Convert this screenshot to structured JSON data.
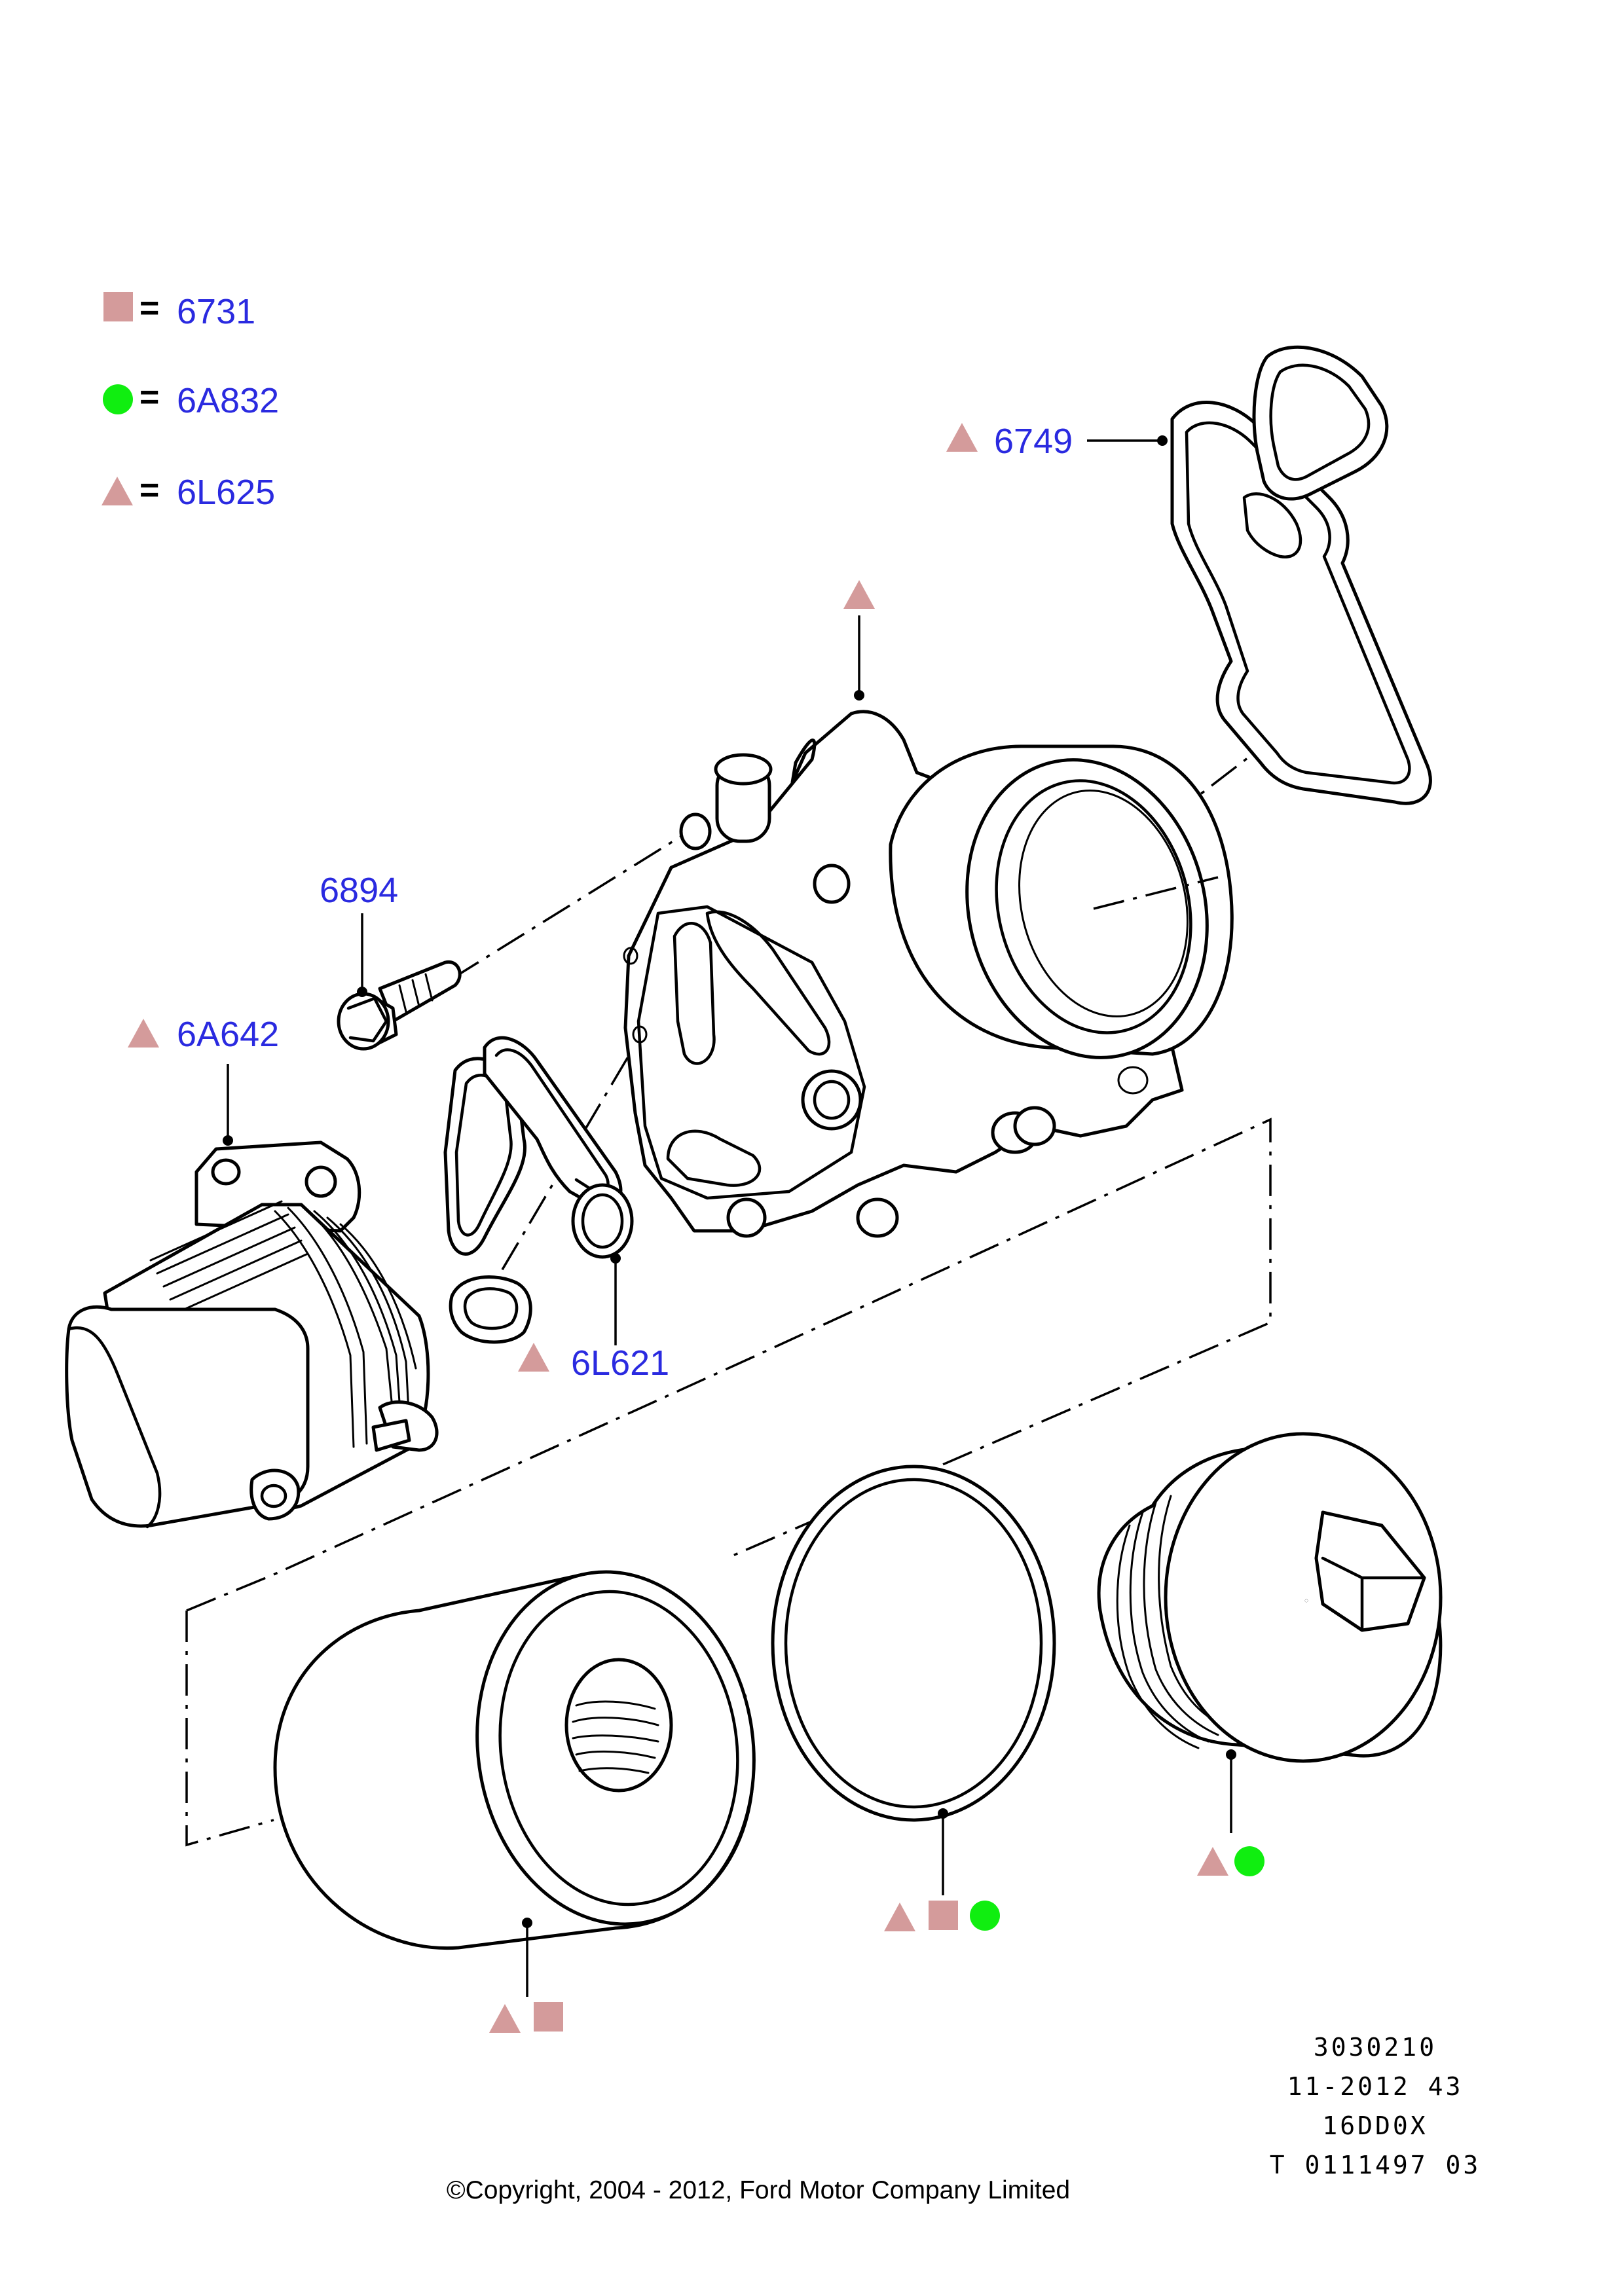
{
  "colors": {
    "label_text": "#2a2ae0",
    "triangle": "#d49b9b",
    "square": "#d49b9b",
    "circle": "#10ee10",
    "outline": "#000000"
  },
  "legend": [
    {
      "symbol": "square-icon",
      "eq": "=",
      "code": "6731"
    },
    {
      "symbol": "circle-icon",
      "eq": "=",
      "code": "6A832"
    },
    {
      "symbol": "triangle-icon",
      "eq": "=",
      "code": "6L625"
    }
  ],
  "callouts": {
    "gasket_6749": "6749",
    "bolt_6894": "6894",
    "cooler_6A642": "6A642",
    "seal_6L621": "6L621"
  },
  "reference": {
    "line1": "3030210",
    "line2": "11-2012 43",
    "line3": "16DD0X",
    "line4": "T 0111497 03"
  },
  "copyright": "©Copyright, 2004 - 2012, Ford Motor Company Limited"
}
